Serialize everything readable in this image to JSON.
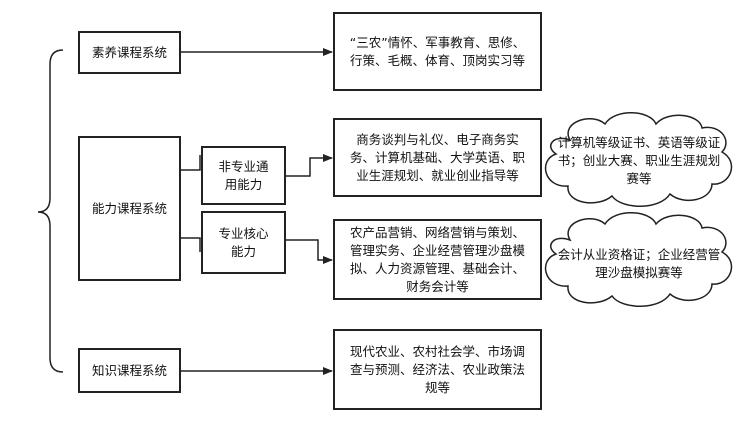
{
  "categories": {
    "quality": "素养课程系统",
    "ability": "能力课程系统",
    "knowledge": "知识课程系统"
  },
  "sub_abilities": {
    "general": "非专业通用能力",
    "core": "专业核心能力"
  },
  "courses": {
    "quality": "“三农”情怀、军事教育、思修、行策、毛概、体育、顶岗实习等",
    "general": "商务谈判与礼仪、电子商务实务、计算机基础、大学英语、职业生涯规划、就业创业指导等",
    "core": "农产品营销、网络营销与策划、管理实务、企业经营管理沙盘模拟、人力资源管理、基础会计、财务会计等",
    "knowledge": "现代农业、农村社会学、市场调查与预测、经济法、农业政策法规等"
  },
  "certificates": {
    "general": "计算机等级证书、英语等级证书；创业大赛、职业生涯规划赛等",
    "core": "会计从业资格证；企业经营管理沙盘模拟赛等"
  }
}
